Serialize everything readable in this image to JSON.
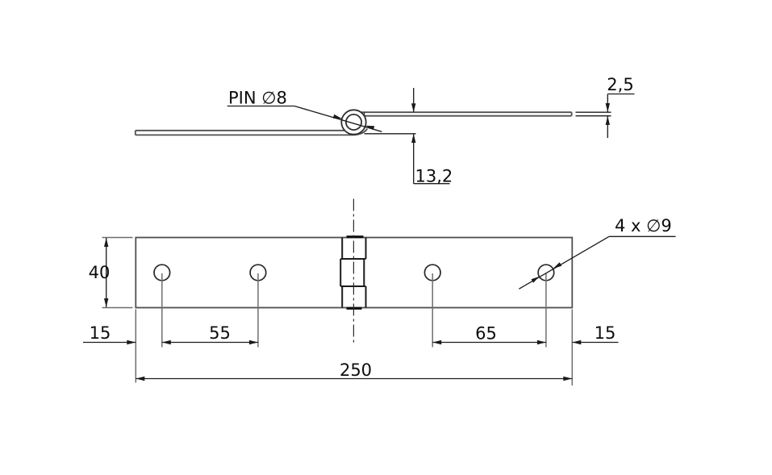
{
  "drawing": {
    "type": "engineering-drawing-hinge",
    "side_view": {
      "pin_label": "PIN ∅8",
      "plate_thickness": "2,5",
      "open_height": "13,2"
    },
    "plan_view": {
      "holes_label": "4 x ∅9",
      "plate_width": "40",
      "left_edge_to_hole": "15",
      "left_hole_spacing": "55",
      "right_hole_spacing": "65",
      "right_edge_to_hole": "15",
      "total_length": "250"
    },
    "colors": {
      "background": "#ffffff",
      "object_lines": "#4f4f4f",
      "dimension_lines": "#1e1e1e",
      "extension_lines": "#6e6e6e",
      "text": "#0d0d0d"
    }
  }
}
